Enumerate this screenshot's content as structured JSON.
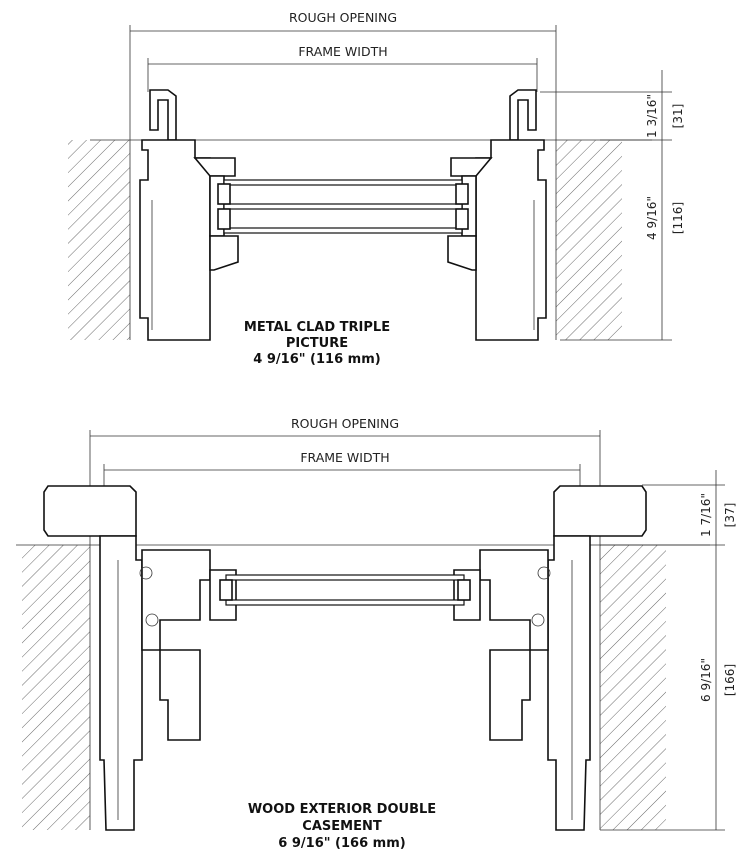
{
  "top_section": {
    "rough_opening_label": "ROUGH OPENING",
    "frame_width_label": "FRAME WIDTH",
    "dim_upper_imperial": "1 3/16\"",
    "dim_upper_metric": "[31]",
    "dim_lower_imperial": "4 9/16\"",
    "dim_lower_metric": "[116]",
    "caption_line1": "METAL CLAD TRIPLE",
    "caption_line2": "PICTURE",
    "caption_line3": "4 9/16\" (116 mm)"
  },
  "bottom_section": {
    "rough_opening_label": "ROUGH OPENING",
    "frame_width_label": "FRAME WIDTH",
    "dim_upper_imperial": "1 7/16\"",
    "dim_upper_metric": "[37]",
    "dim_lower_imperial": "6 9/16\"",
    "dim_lower_metric": "[166]",
    "caption_line1": "WOOD EXTERIOR DOUBLE",
    "caption_line2": "CASEMENT",
    "caption_line3": "6 9/16\" (166 mm)"
  }
}
